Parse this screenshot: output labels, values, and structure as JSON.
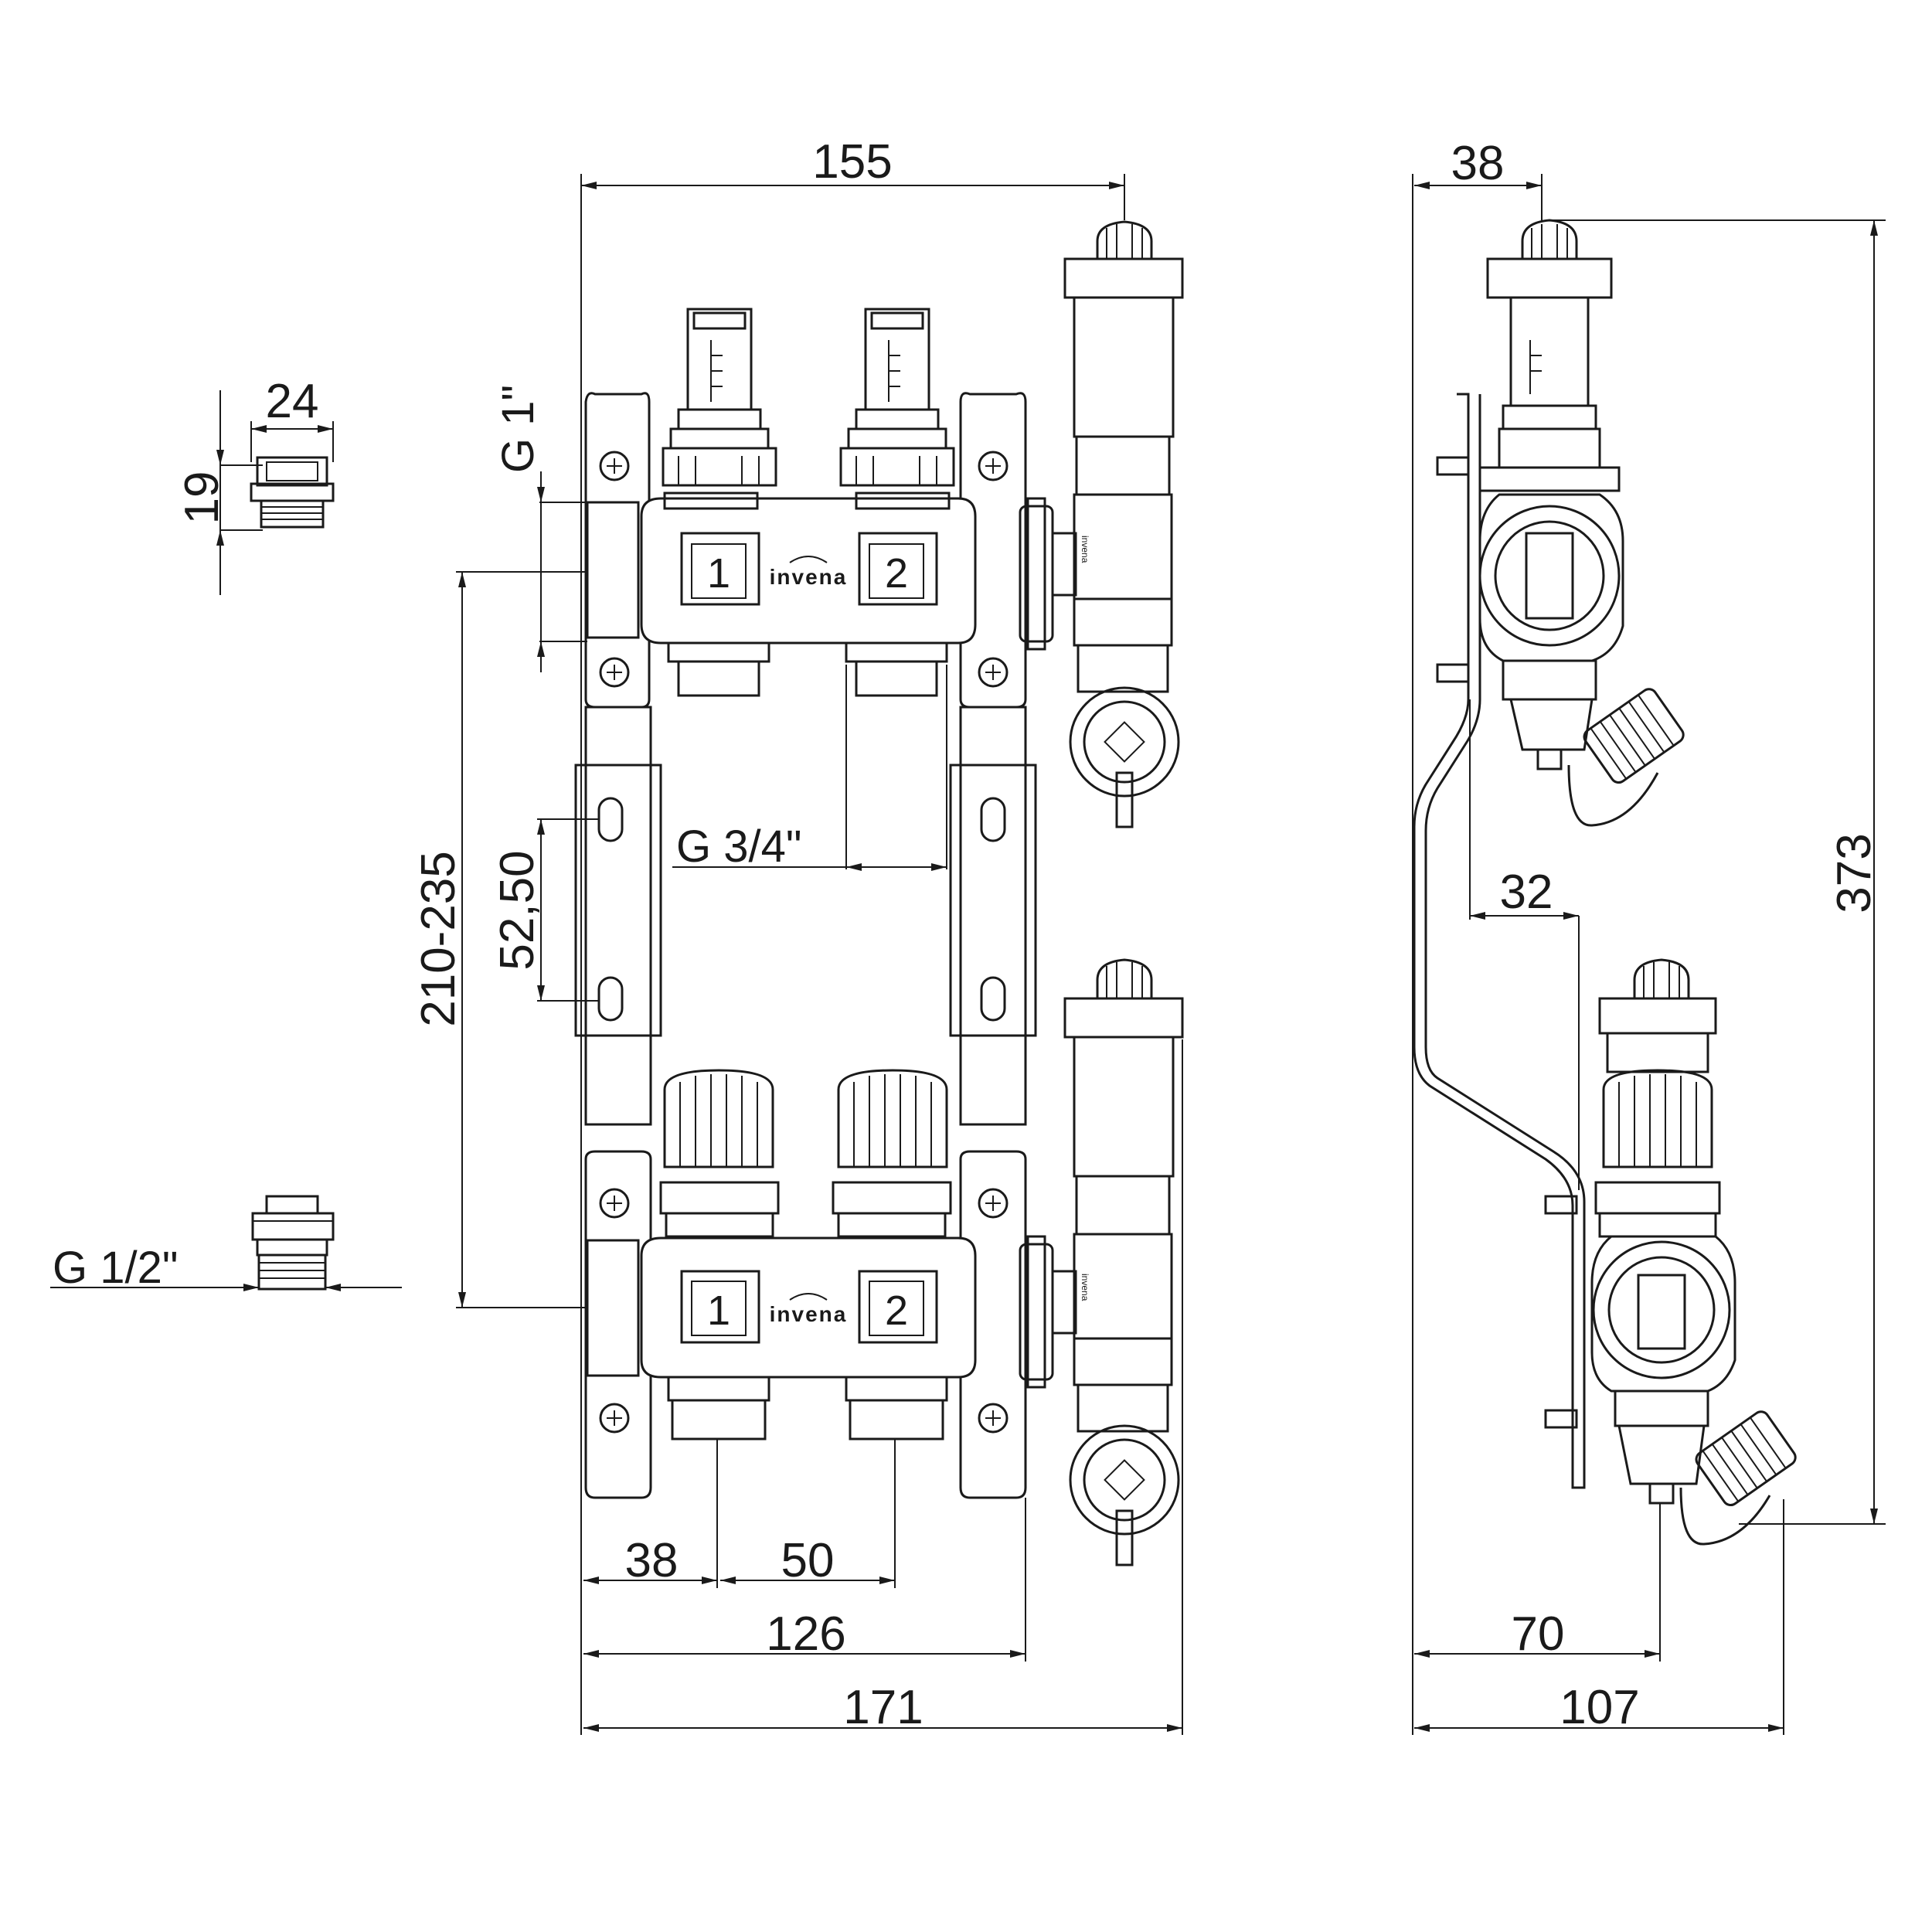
{
  "dimensions": {
    "top_width": "155",
    "side_top": "38",
    "fitting_width": "24",
    "fitting_height": "19",
    "g1": "G 1\"",
    "height_range": "210-235",
    "slot_spacing": "52,50",
    "g34": "G 3/4\"",
    "g12": "G 1/2\"",
    "side_32": "32",
    "height_total": "373",
    "outlet_offset": "38",
    "outlet_spacing": "50",
    "bracket_width": "126",
    "total_width": "171",
    "side_70": "70",
    "side_depth": "107"
  },
  "labels": {
    "brand": "invena",
    "outlet_1": "1",
    "outlet_2": "2"
  },
  "colors": {
    "line": "#1a1a1a",
    "background": "#ffffff"
  }
}
